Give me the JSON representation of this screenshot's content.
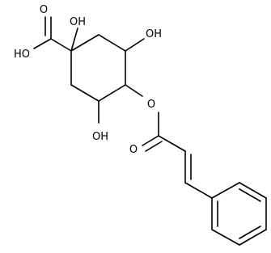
{
  "molecule": {
    "labels": {
      "carboxyl_oxygen": "O",
      "carboxyl_hydroxyl": "HO",
      "c1_hydroxyl": "OH",
      "c3_hydroxyl": "OH",
      "c5_hydroxyl": "OH",
      "ester_oxygen": "O",
      "carbonyl_oxygen": "O"
    }
  }
}
